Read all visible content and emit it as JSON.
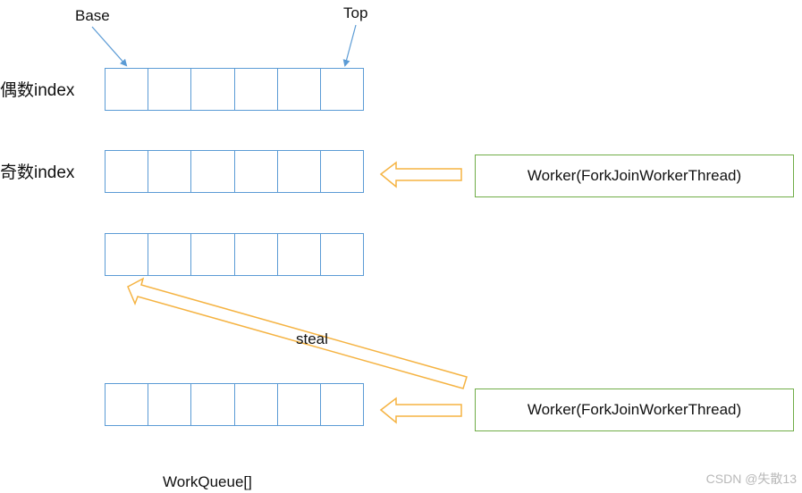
{
  "labels": {
    "base": "Base",
    "top": "Top",
    "even_index": "偶数index",
    "odd_index": "奇数index",
    "steal": "steal",
    "workqueue_array": "WorkQueue[]"
  },
  "queues": [
    {
      "cells": 6
    },
    {
      "cells": 6
    },
    {
      "cells": 6
    },
    {
      "cells": 6
    }
  ],
  "workers": [
    {
      "label": "Worker(ForkJoinWorkerThread)"
    },
    {
      "label": "Worker(ForkJoinWorkerThread)"
    }
  ],
  "watermark": "CSDN @失散13",
  "colors": {
    "queue_border": "#5b9bd5",
    "worker_border": "#70ad47",
    "arrow_orange": "#f5b342",
    "pointer_blue": "#5b9bd5"
  }
}
